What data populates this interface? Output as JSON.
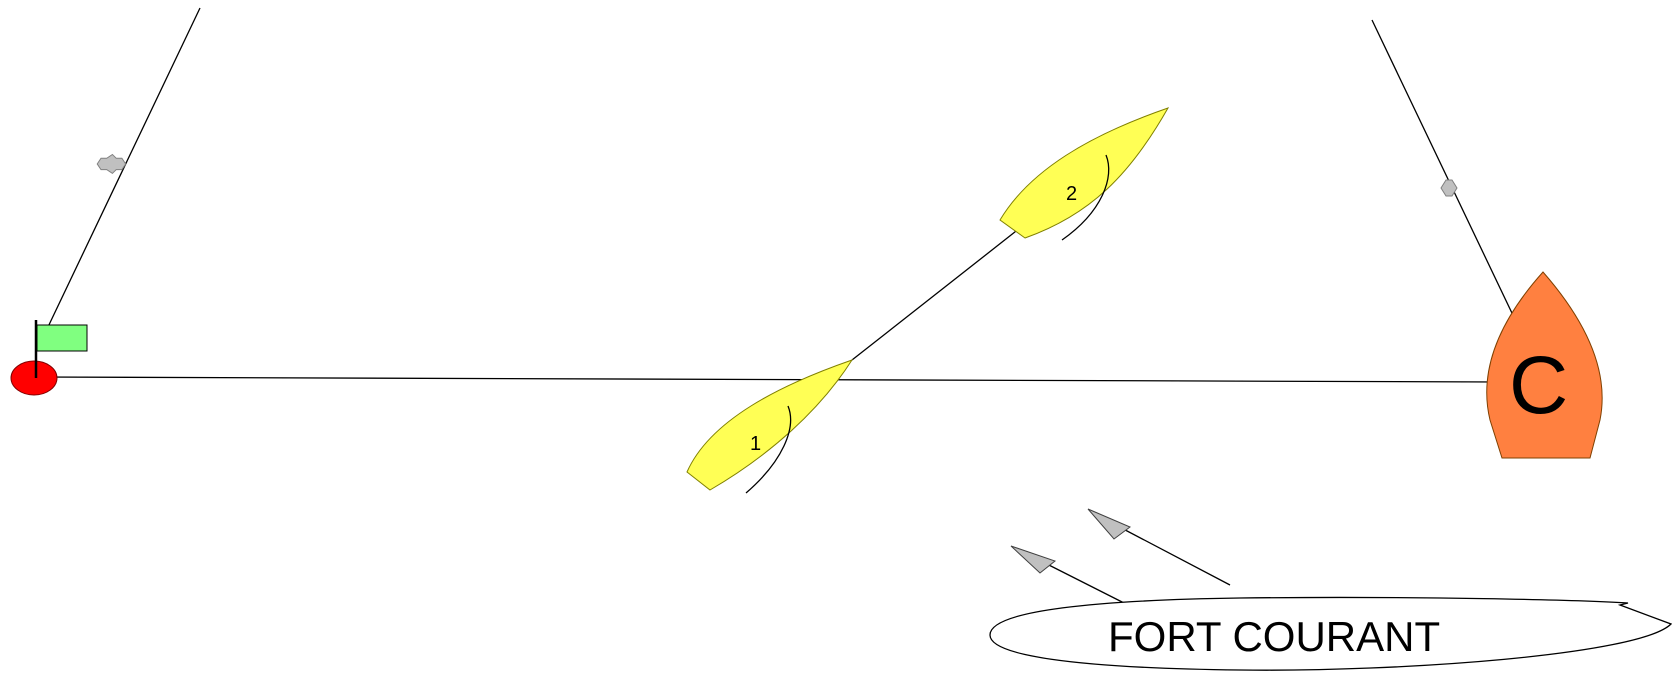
{
  "diagram": {
    "boats": [
      {
        "label": "1",
        "color": "#ffff55"
      },
      {
        "label": "2",
        "color": "#ffff55"
      }
    ],
    "committee_boat": {
      "label": "C",
      "color": "#ff8040"
    },
    "pin_mark": {
      "buoy_color": "#ff0000",
      "flag_color": "#80ff80"
    },
    "anchor_buoy_color": "#c0c0c0",
    "current_arrow_color": "#c0c0c0",
    "callout": {
      "text": "FORT COURANT"
    }
  }
}
